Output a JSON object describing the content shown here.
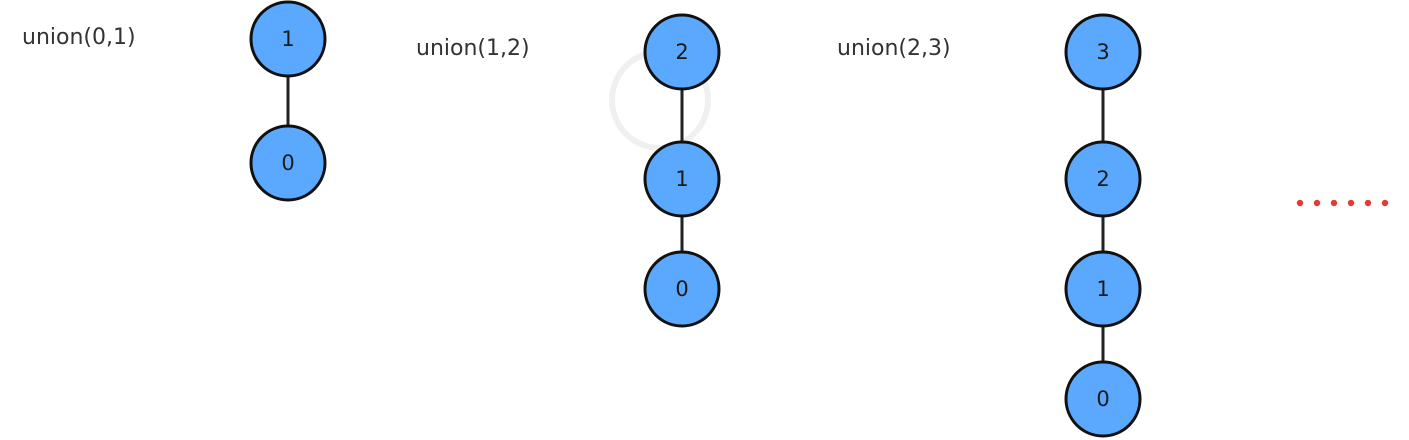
{
  "steps": [
    {
      "operation": "union(0,1)",
      "chain": [
        "1",
        "0"
      ]
    },
    {
      "operation": "union(1,2)",
      "chain": [
        "2",
        "1",
        "0"
      ]
    },
    {
      "operation": "union(2,3)",
      "chain": [
        "3",
        "2",
        "1",
        "0"
      ]
    }
  ],
  "continuation": {
    "color": "#e53935",
    "dot_count": 6
  },
  "colors": {
    "node_fill": "#5aa9ff",
    "node_stroke": "#111111",
    "edge": "#222222",
    "label": "#333333"
  }
}
